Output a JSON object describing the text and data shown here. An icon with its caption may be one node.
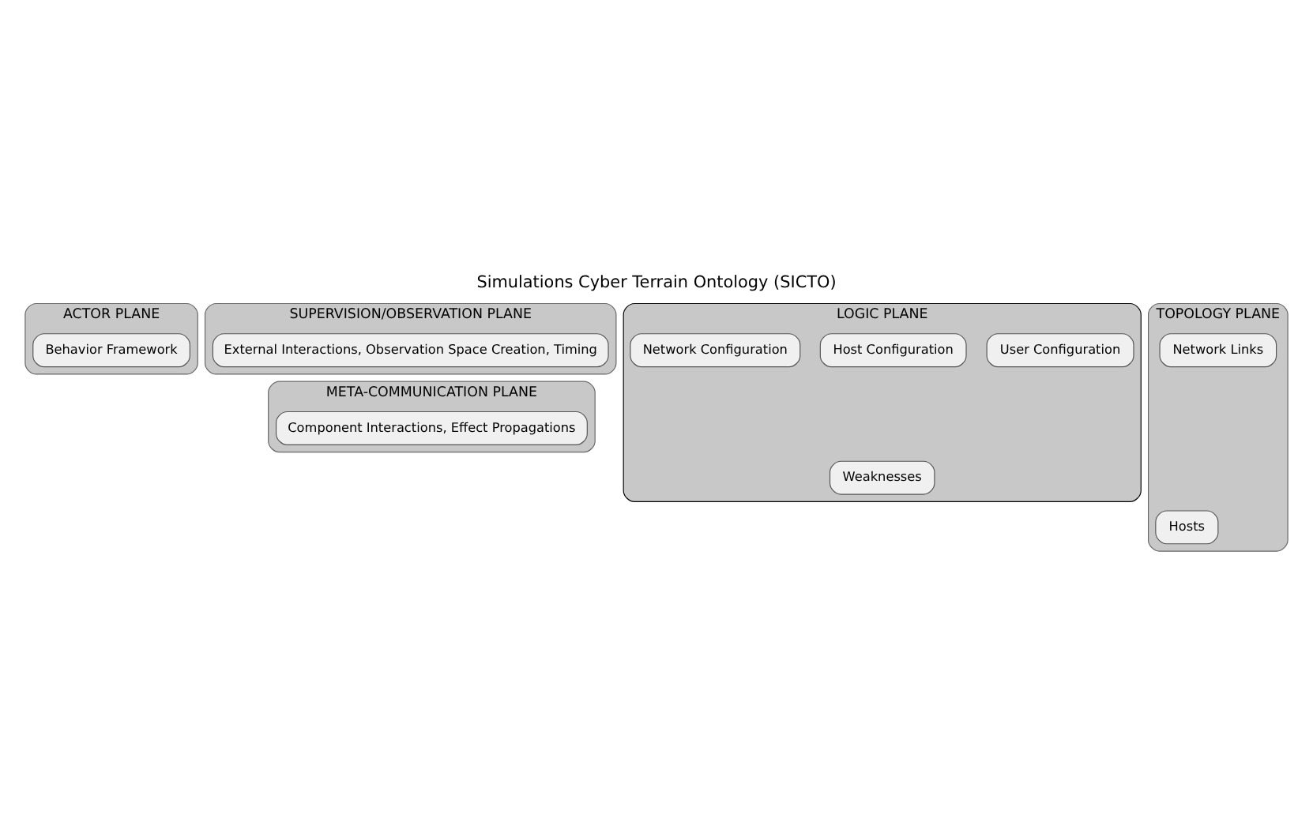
{
  "diagram": {
    "title": "Simulations Cyber Terrain Ontology (SICTO)",
    "nodes": [
      {
        "text": [
          "ACTOR PLANE"
        ]
      },
      {
        "text": [
          "Behavior Framework"
        ],
        "in": 0
      },
      {
        "text": [
          "SUPERVISION/OBSERVATION PLANE"
        ]
      },
      {
        "text": [
          "External Interactions, Observation Space Creation, Timing"
        ],
        "in": 2
      },
      {
        "text": [
          "META-COMMUNICATION PLANE"
        ]
      },
      {
        "text": [
          "Component Interactions, Effect Propagations"
        ],
        "in": 4
      },
      {
        "text": [
          "LOGIC PLANE"
        ]
      },
      {
        "text": [
          "Weaknesses"
        ],
        "in": 6
      },
      {
        "text": [
          "User Configuration"
        ],
        "in": 6
      },
      {
        "text": [
          "Host Configuration"
        ],
        "in": 6
      },
      {
        "text": [
          "Network Configuration"
        ],
        "in": 6
      },
      {
        "text": [
          "TOPOLOGY PLANE"
        ]
      },
      {
        "text": [
          "Hosts"
        ],
        "in": 11
      },
      {
        "text": [
          "Network Links"
        ],
        "in": 11
      }
    ]
  }
}
